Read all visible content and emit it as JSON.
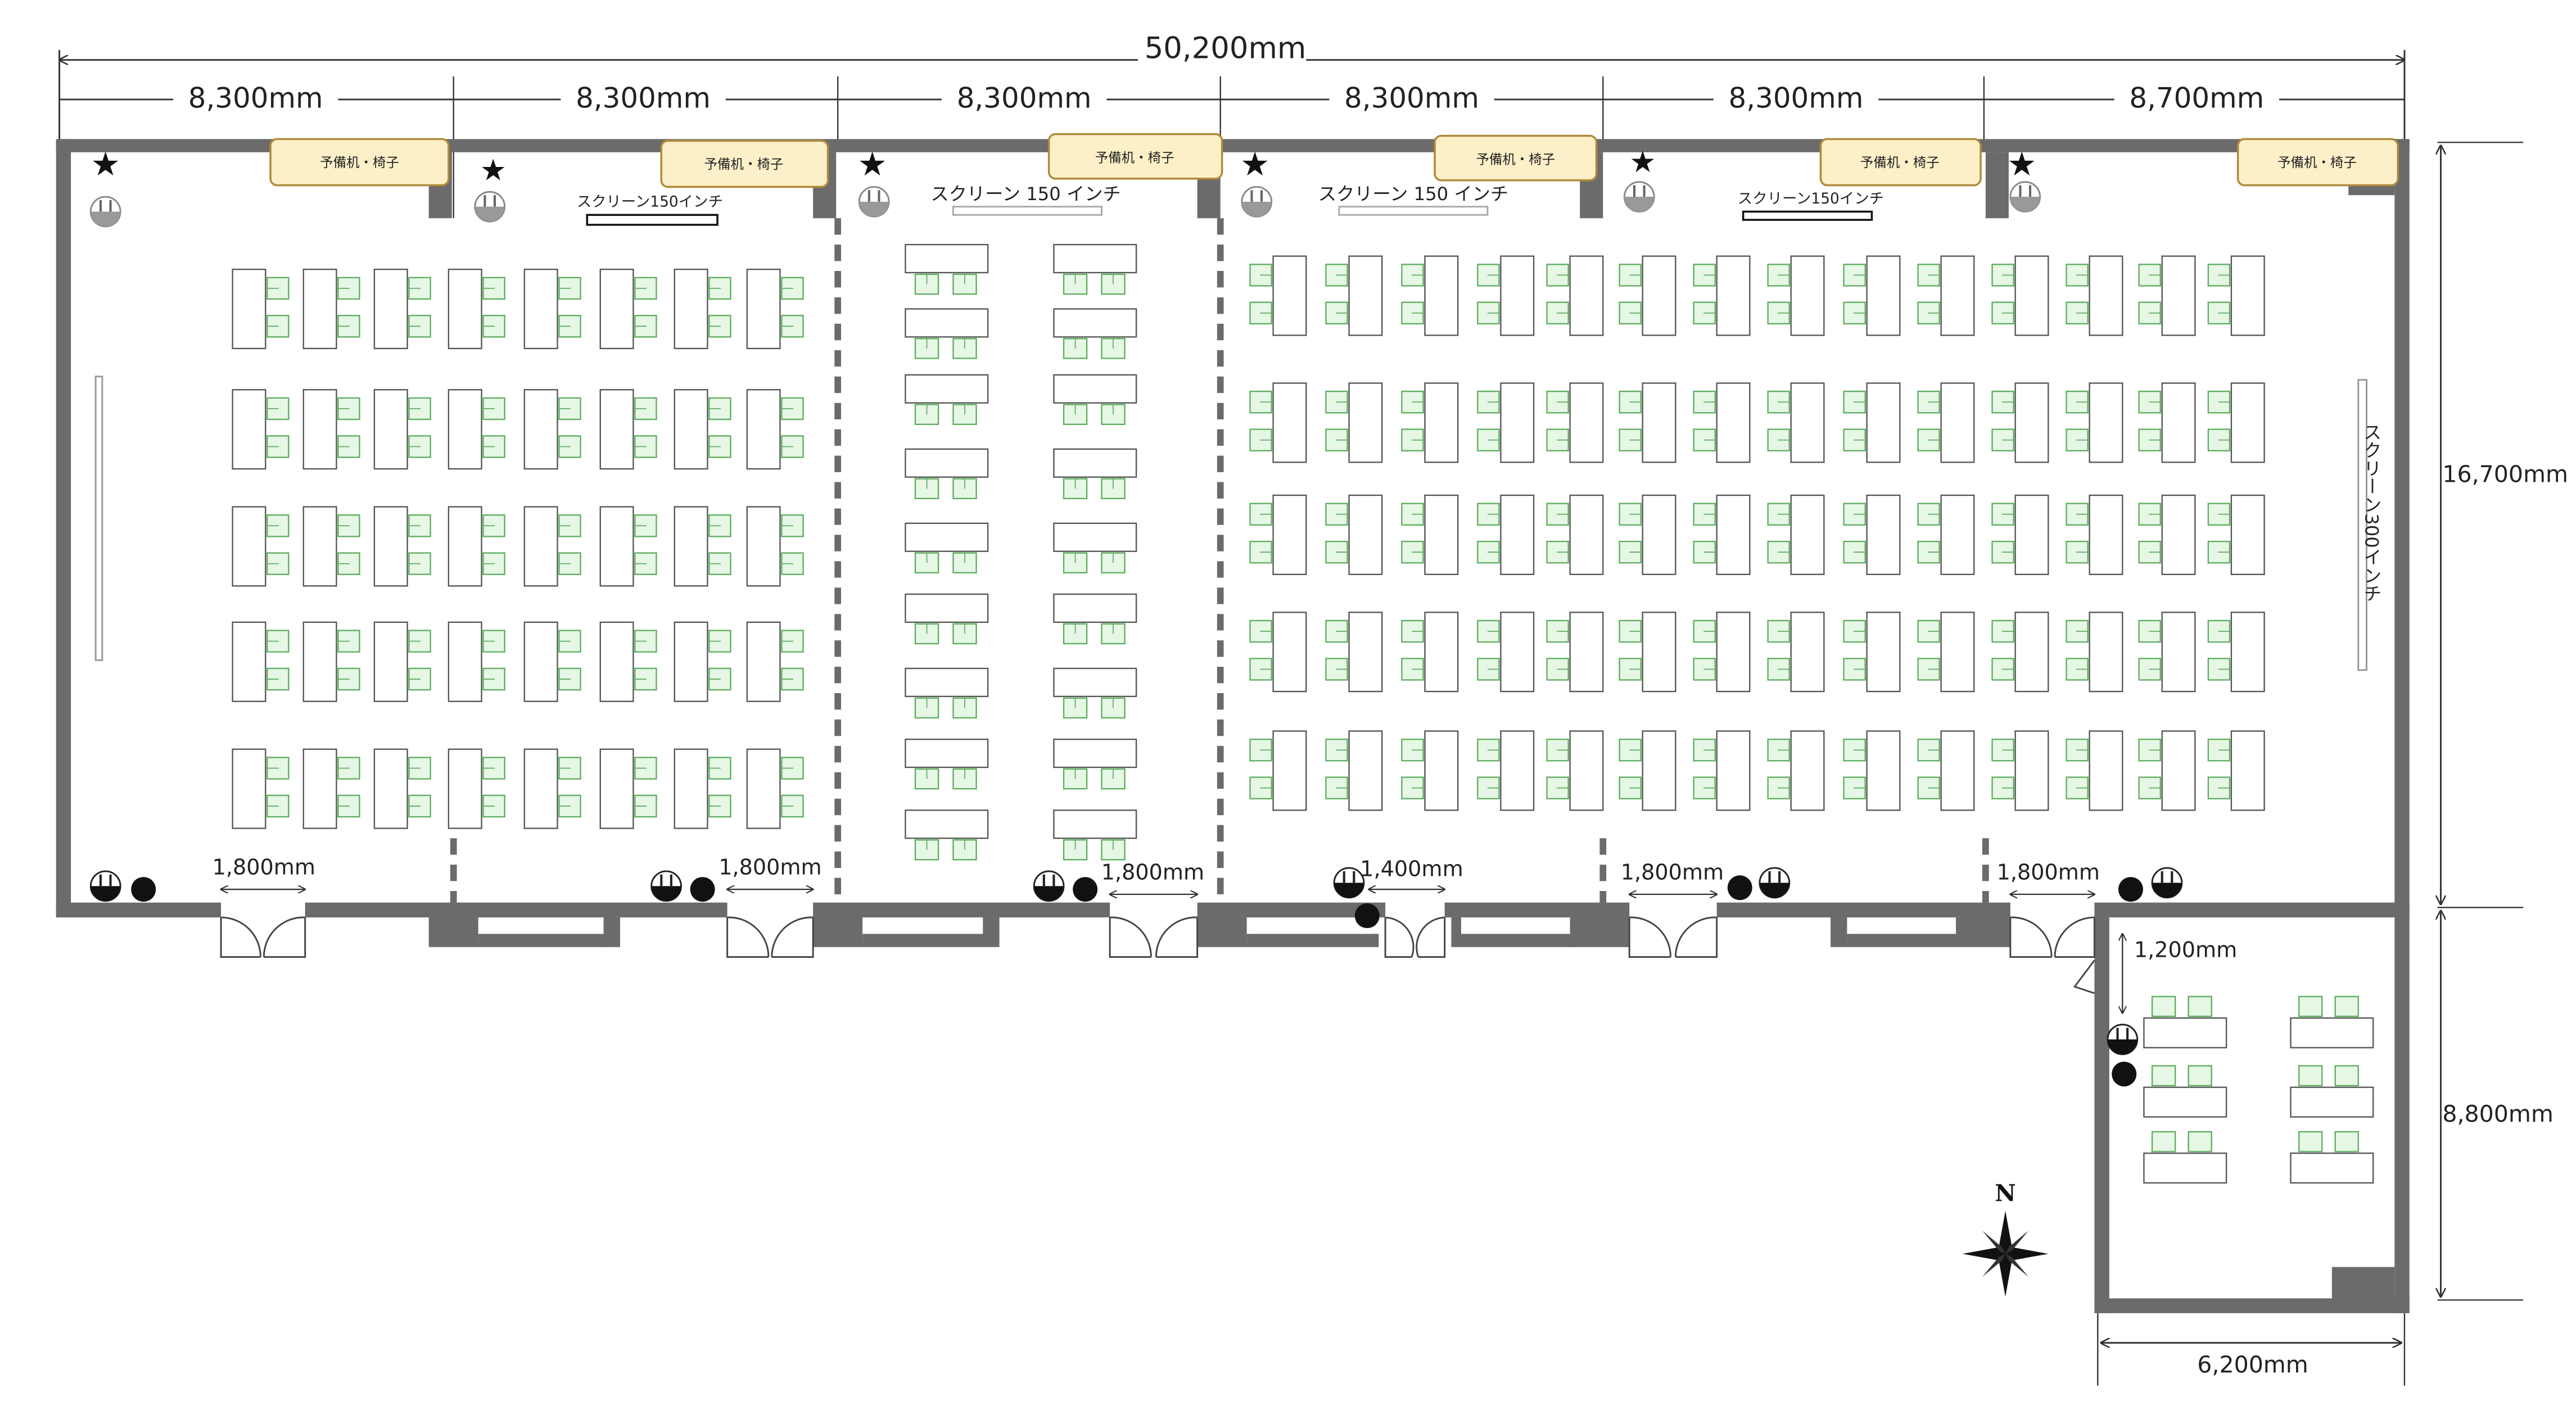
{
  "dimensions": {
    "overall_width": "50,200mm",
    "room_widths": [
      "8,300mm",
      "8,300mm",
      "8,300mm",
      "8,300mm",
      "8,300mm",
      "8,700mm"
    ],
    "height_main": "16,700mm",
    "height_annex": "8,800mm",
    "width_annex": "6,200mm",
    "door_widths": [
      "1,800mm",
      "1,800mm",
      "1,800mm",
      "1,400mm",
      "1,800mm",
      "1,800mm",
      "1,200mm"
    ]
  },
  "labels": {
    "spare": "予備机・椅子",
    "screen_150_a": "スクリーン150インチ",
    "screen_150_b": "スクリーン 150 インチ",
    "screen_300": "スクリーン300インチ",
    "compass_north": "N"
  },
  "legend_symbols": {
    "star": "★",
    "colors": {
      "wall": "#6b6b6b",
      "spare_fill": "#fdf0c8",
      "spare_stroke": "#b08a3a",
      "chair_fill": "#e6f7e6",
      "chair_stroke": "#5fae5f"
    }
  }
}
